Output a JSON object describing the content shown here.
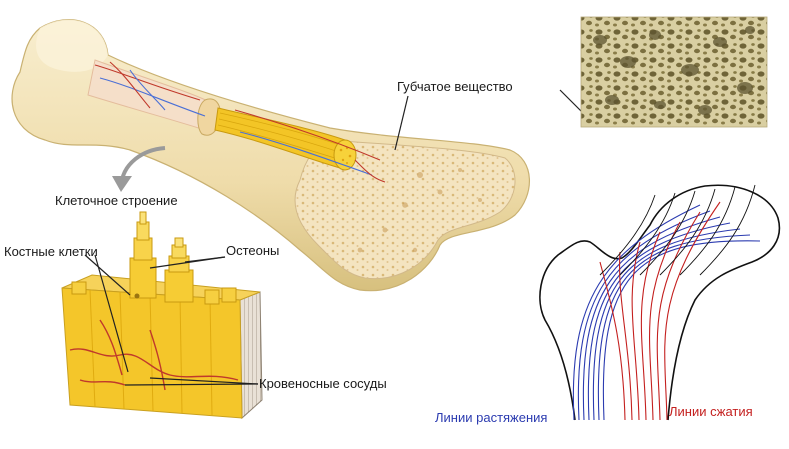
{
  "labels": {
    "spongy": "Губчатое вещество",
    "cellular": "Клеточное строение",
    "bone_cells": "Костные клетки",
    "osteons": "Остеоны",
    "vessels": "Кровеносные сосуды",
    "tension_lines": "Линии растяжения",
    "compression_lines": "Линии сжатия"
  },
  "colors": {
    "bone": "#f2e3b8",
    "bone_shadow": "#d9c488",
    "marrow": "#f1d9a8",
    "osteon_yellow": "#f3c526",
    "vessel_red": "#c0392b",
    "vessel_blue": "#4a6fd6",
    "tension_blue": "#2b3bb0",
    "compression_red": "#c4201f"
  }
}
